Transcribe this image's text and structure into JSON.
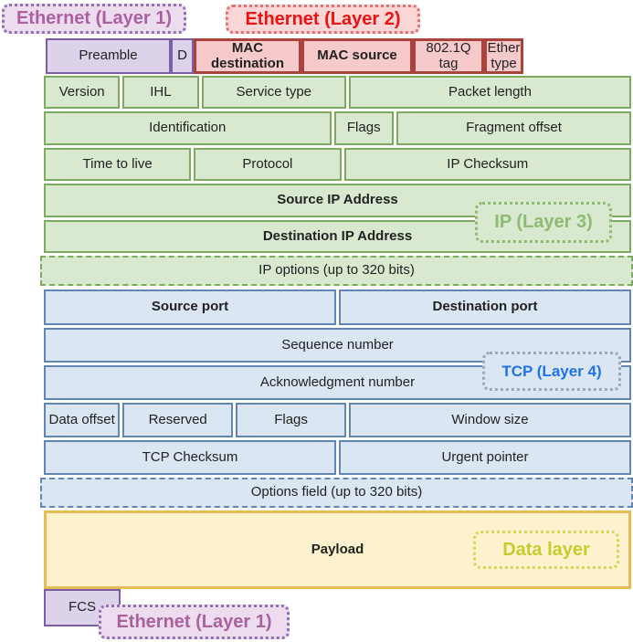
{
  "diagram_title": "Ethernet / IP / TCP packet encapsulation layers",
  "labels": {
    "eth1_top": "Ethernet (Layer 1)",
    "eth2_top": "Ethernet (Layer 2)",
    "ip_layer": "IP (Layer 3)",
    "tcp_layer": "TCP (Layer 4)",
    "data_layer": "Data layer",
    "eth1_bottom": "Ethernet (Layer 1)"
  },
  "ethernet_header": {
    "preamble": "Preamble",
    "sfd": "D",
    "mac_destination": "MAC destination",
    "mac_source": "MAC source",
    "dot1q_tag": "802.1Q tag",
    "ether_type": "Ether type",
    "fcs": "FCS"
  },
  "ip_header": {
    "row1": [
      "Version",
      "IHL",
      "Service type",
      "Packet length"
    ],
    "row2": [
      "Identification",
      "Flags",
      "Fragment offset"
    ],
    "row3": [
      "Time to live",
      "Protocol",
      "IP Checksum"
    ],
    "source_ip": "Source IP Address",
    "destination_ip": "Destination IP Address",
    "options": "IP options (up to 320 bits)"
  },
  "tcp_header": {
    "source_port": "Source port",
    "destination_port": "Destination port",
    "sequence": "Sequence number",
    "acknowledgment": "Acknowledgment number",
    "data_offset": "Data offset",
    "reserved": "Reserved",
    "flags": "Flags",
    "window_size": "Window size",
    "checksum": "TCP Checksum",
    "urgent_pointer": "Urgent pointer",
    "options": "Options field (up to 320 bits)"
  },
  "payload": {
    "label": "Payload"
  },
  "colors": {
    "ethernet_l1_fill": "#dcd2ea",
    "ethernet_l1_border": "#7b5ea7",
    "ethernet_l1_label_text": "#aa619f",
    "ethernet_l2_fill": "#f6caca",
    "ethernet_l2_border": "#ad423c",
    "ethernet_l2_label_text": "#ee1212",
    "ip_fill": "#d9e9d0",
    "ip_border": "#7caa5e",
    "ip_label_text": "#8fba72",
    "tcp_fill": "#dbe6f3",
    "tcp_border": "#6286b4",
    "tcp_label_text": "#1f72e8",
    "data_fill": "#fdf2cd",
    "data_border": "#e5bd55",
    "data_label_text": "#c6cb2e"
  }
}
